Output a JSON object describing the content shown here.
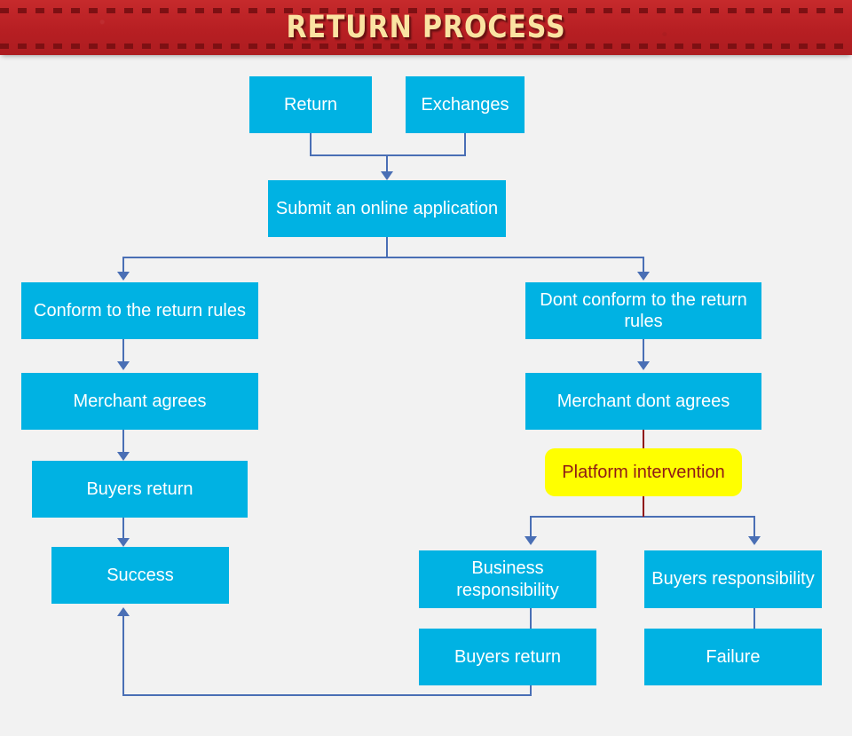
{
  "header": {
    "title": "RETURN PROCESS",
    "banner_color": "#bf2026",
    "title_color": "#fae3a2",
    "dash_color": "#7d1013"
  },
  "theme": {
    "background": "#f2f2f2",
    "node_fill": "#00b2e3",
    "node_text": "#ffffff",
    "highlight_fill": "#ffff00",
    "highlight_text": "#8f1a16",
    "connector": "#4a6fb5",
    "connector_alt": "#8f1113"
  },
  "flow": {
    "nodes": [
      {
        "id": "return",
        "label": "Return"
      },
      {
        "id": "exchanges",
        "label": "Exchanges"
      },
      {
        "id": "submit",
        "label": "Submit an online application"
      },
      {
        "id": "conform",
        "label": "Conform to the return rules"
      },
      {
        "id": "dont-conform",
        "label": "Dont conform to the return rules"
      },
      {
        "id": "merchant-agrees",
        "label": "Merchant agrees"
      },
      {
        "id": "merchant-dont-agrees",
        "label": "Merchant dont agrees"
      },
      {
        "id": "buyers-return-left",
        "label": "Buyers return"
      },
      {
        "id": "platform-intervention",
        "label": "Platform intervention"
      },
      {
        "id": "success",
        "label": "Success"
      },
      {
        "id": "business-responsibility",
        "label": "Business responsibility"
      },
      {
        "id": "buyers-responsibility",
        "label": "Buyers responsibility"
      },
      {
        "id": "buyers-return-right",
        "label": "Buyers return"
      },
      {
        "id": "failure",
        "label": "Failure"
      }
    ]
  }
}
